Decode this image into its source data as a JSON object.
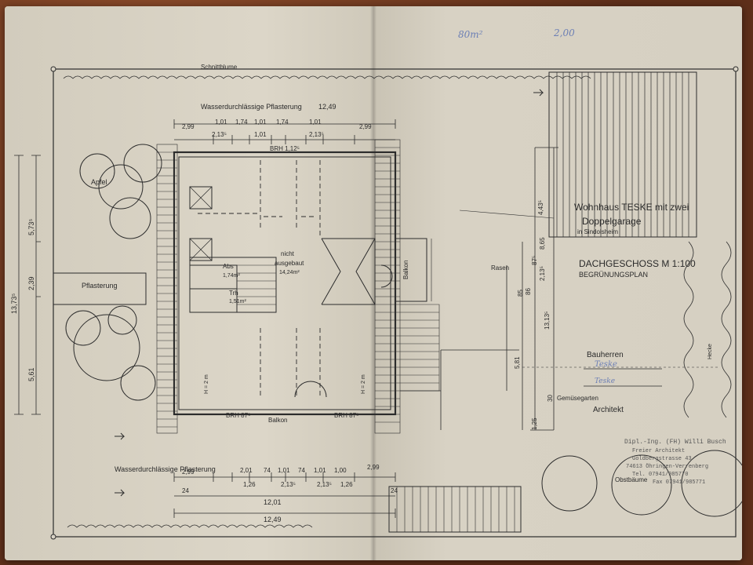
{
  "handwritten": {
    "area": "80m²",
    "price": "2,00",
    "owner": "Teske",
    "owner_alt": "Teske"
  },
  "boundary": {
    "top_label": "Schnittblume"
  },
  "trees": {
    "apfel": "Apfel",
    "obst": "Obstbäume"
  },
  "paving": {
    "top": "Wasserdurchlässige Pflasterung",
    "bottom": "Wasserdurchlässige Pflasterung",
    "left": "Pflasterung"
  },
  "dims_top": {
    "total": "12,49",
    "d1": "2,99",
    "d2": "1,01",
    "d3": "1,74",
    "d4": "1,01",
    "d5": "1,74",
    "d6": "1,01",
    "d7": "2,99",
    "s1": "2,13⁵",
    "s2": "1,01",
    "s3": "2,13⁵",
    "brh": "BRH 1,12⁵"
  },
  "dims_left": {
    "total": "13,73⁵",
    "a": "5,73⁵",
    "b": "2,39",
    "c": "5,61"
  },
  "dims_bottom": {
    "d1": "2,99",
    "d2": "2,01",
    "d3": "74",
    "d4": "1,01",
    "d5": "74",
    "d6": "1,01",
    "d7": "1,00",
    "d8": "2,99",
    "s1": "1,26",
    "s2": "2,13⁵",
    "s3": "2,13⁵",
    "s4": "1,26",
    "inner": "12,01",
    "total": "12,49",
    "left": "24",
    "right": "24"
  },
  "rooms": {
    "abs": "Abs",
    "abs_area": "1,74m²",
    "trh": "Trh",
    "trh_area": "1,51m²",
    "nicht": "nicht",
    "ausgebaut": "ausgebaut",
    "area": "14,24m²",
    "balkon_r": "Balkon",
    "balkon_b": "Balkon",
    "brh_bl": "BRH 87⁵",
    "brh_br": "BRH 87⁵",
    "h_left": "H = 2 m",
    "h_right": "H = 2 m"
  },
  "right": {
    "rasen": "Rasen",
    "title1": "Wohnhaus TESKE mit zwei",
    "title2": "Doppelgarage",
    "title3": "in Sindolsheim",
    "plan": "DACHGESCHOSS M 1:100",
    "plan2": "BEGRÜNUNGSPLAN",
    "bauherren": "Bauherren",
    "architekt": "Architekt",
    "gemuese": "Gemüsegarten",
    "hecke": "Hecke",
    "dims": {
      "a": "4,43⁵",
      "b": "8,65",
      "c": "87⁵",
      "d": "85",
      "e": "2,13⁵",
      "f": "13,13⁵",
      "g": "5,81",
      "h": "30",
      "i": "1,25",
      "j": "86"
    }
  },
  "stamp": {
    "l1": "Dipl.-Ing. (FH) Willi Busch",
    "l2": "Freier Architekt",
    "l3": "Goldbergstrasse 43",
    "l4": "74613 Öhringen-Verrenberg",
    "l5": "Tel. 07941/985770",
    "l6": "Fax 07941/985771"
  }
}
